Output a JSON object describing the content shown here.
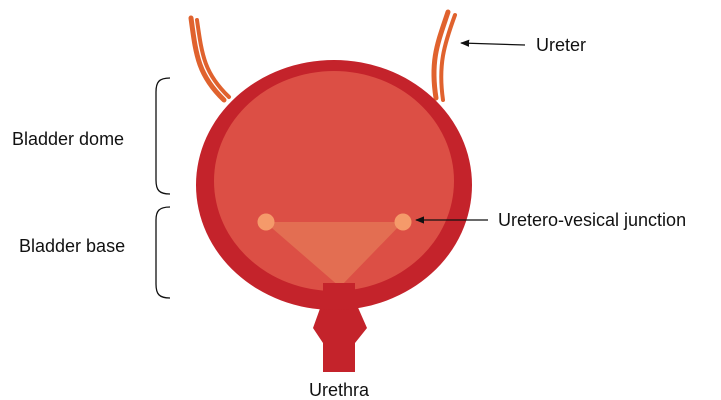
{
  "labels": {
    "ureter": "Ureter",
    "bladder_dome": "Bladder dome",
    "bladder_base": "Bladder base",
    "uvj": "Uretero-vesical junction",
    "urethra": "Urethra"
  },
  "colors": {
    "bladder_wall": "#c4232b",
    "bladder_lumen": "#dc4f45",
    "trigone": "#e36e52",
    "ureter": "#e0622e",
    "ureteric_orifice": "#f59a6a",
    "annotation": "#111111"
  }
}
